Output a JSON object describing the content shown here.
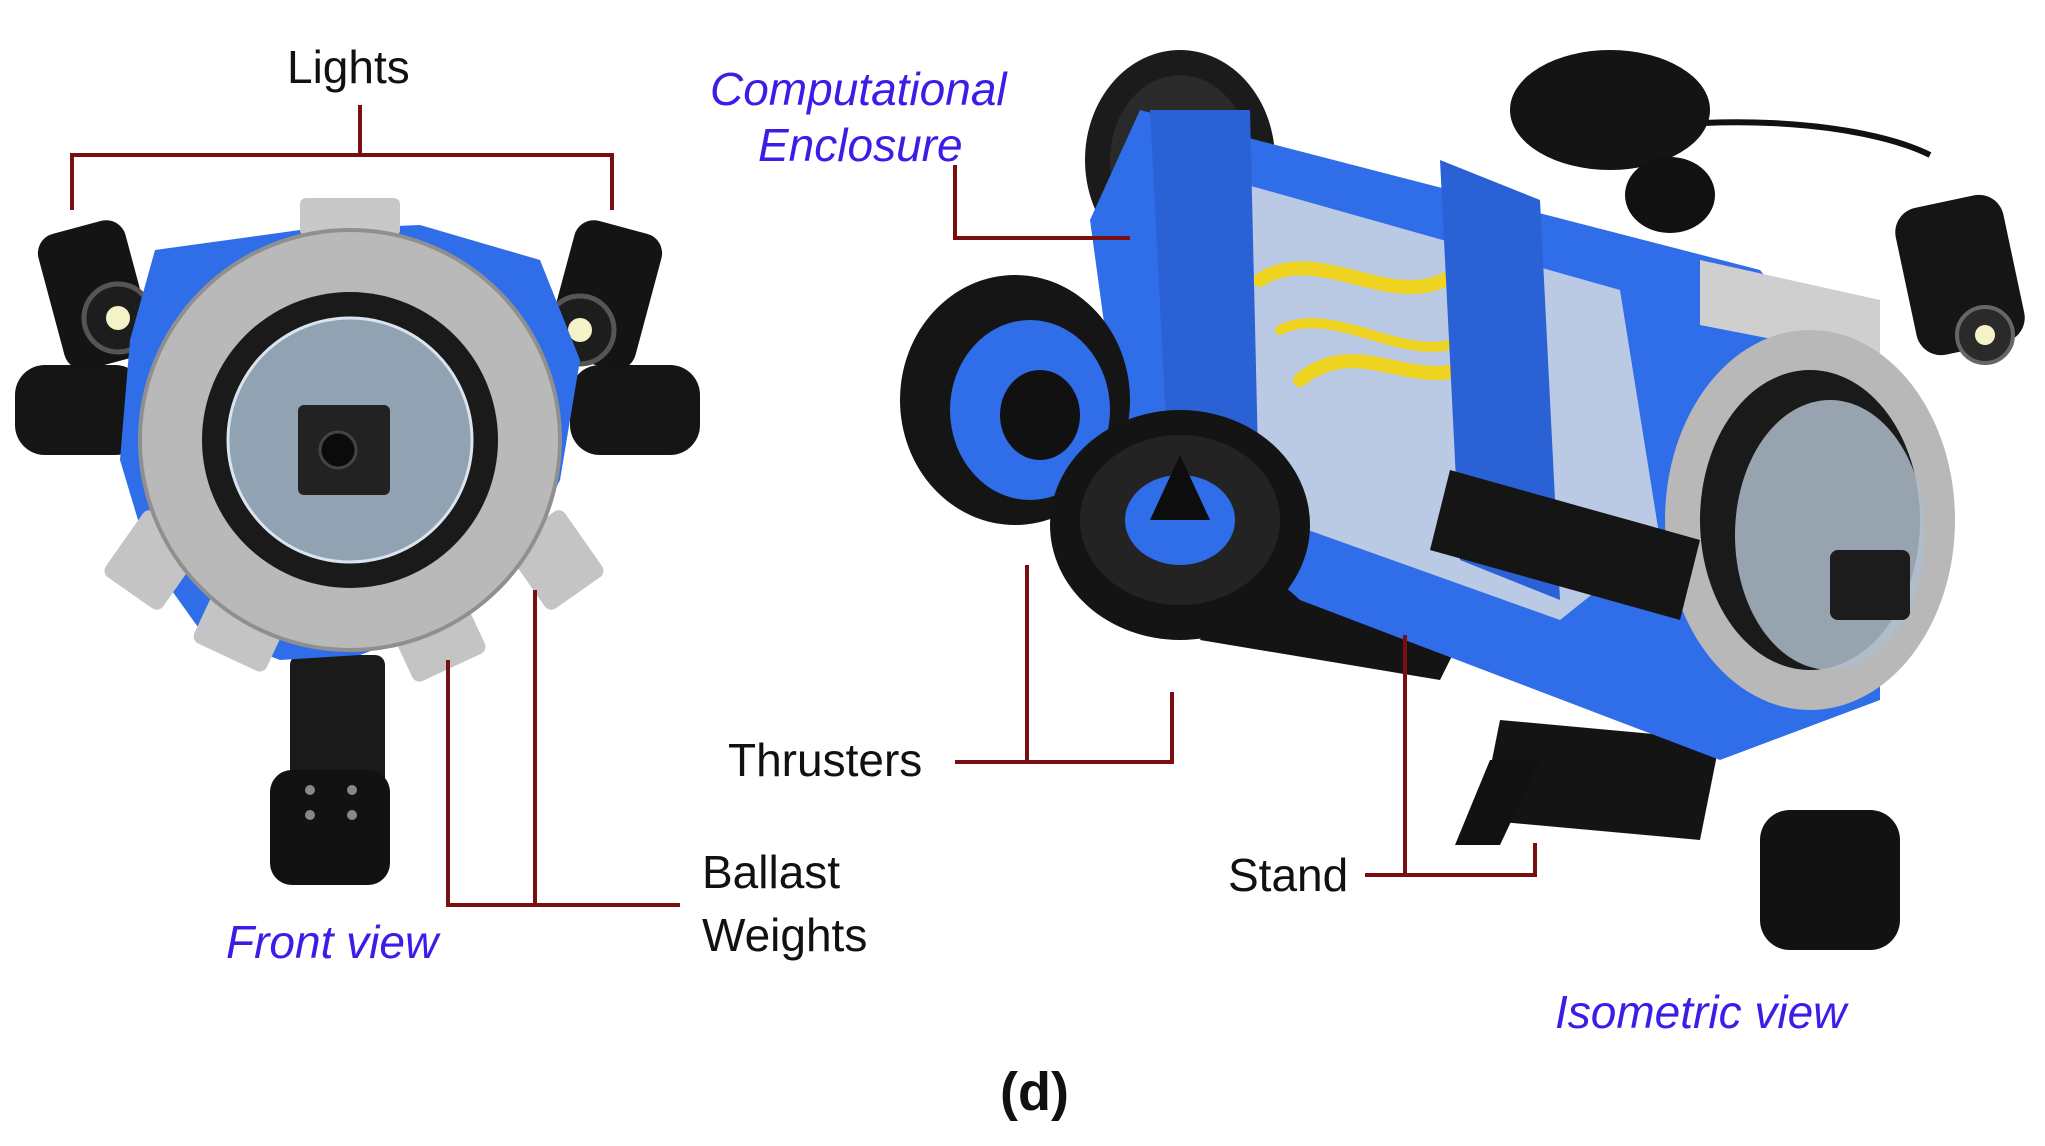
{
  "figure": {
    "caption": "(d)",
    "views": {
      "front": "Front view",
      "isometric": "Isometric view"
    },
    "callouts": {
      "lights": "Lights",
      "computational_line1": "Computational",
      "computational_line2": "Enclosure",
      "thrusters": "Thrusters",
      "ballast_line1": "Ballast",
      "ballast_line2": "Weights",
      "stand": "Stand"
    },
    "colors": {
      "leader_line": "#7a0f12",
      "view_label": "#3a1de6",
      "hull_blue": "#2f6ee8",
      "dark_part": "#161616",
      "metal": "#c4c4c4"
    }
  }
}
